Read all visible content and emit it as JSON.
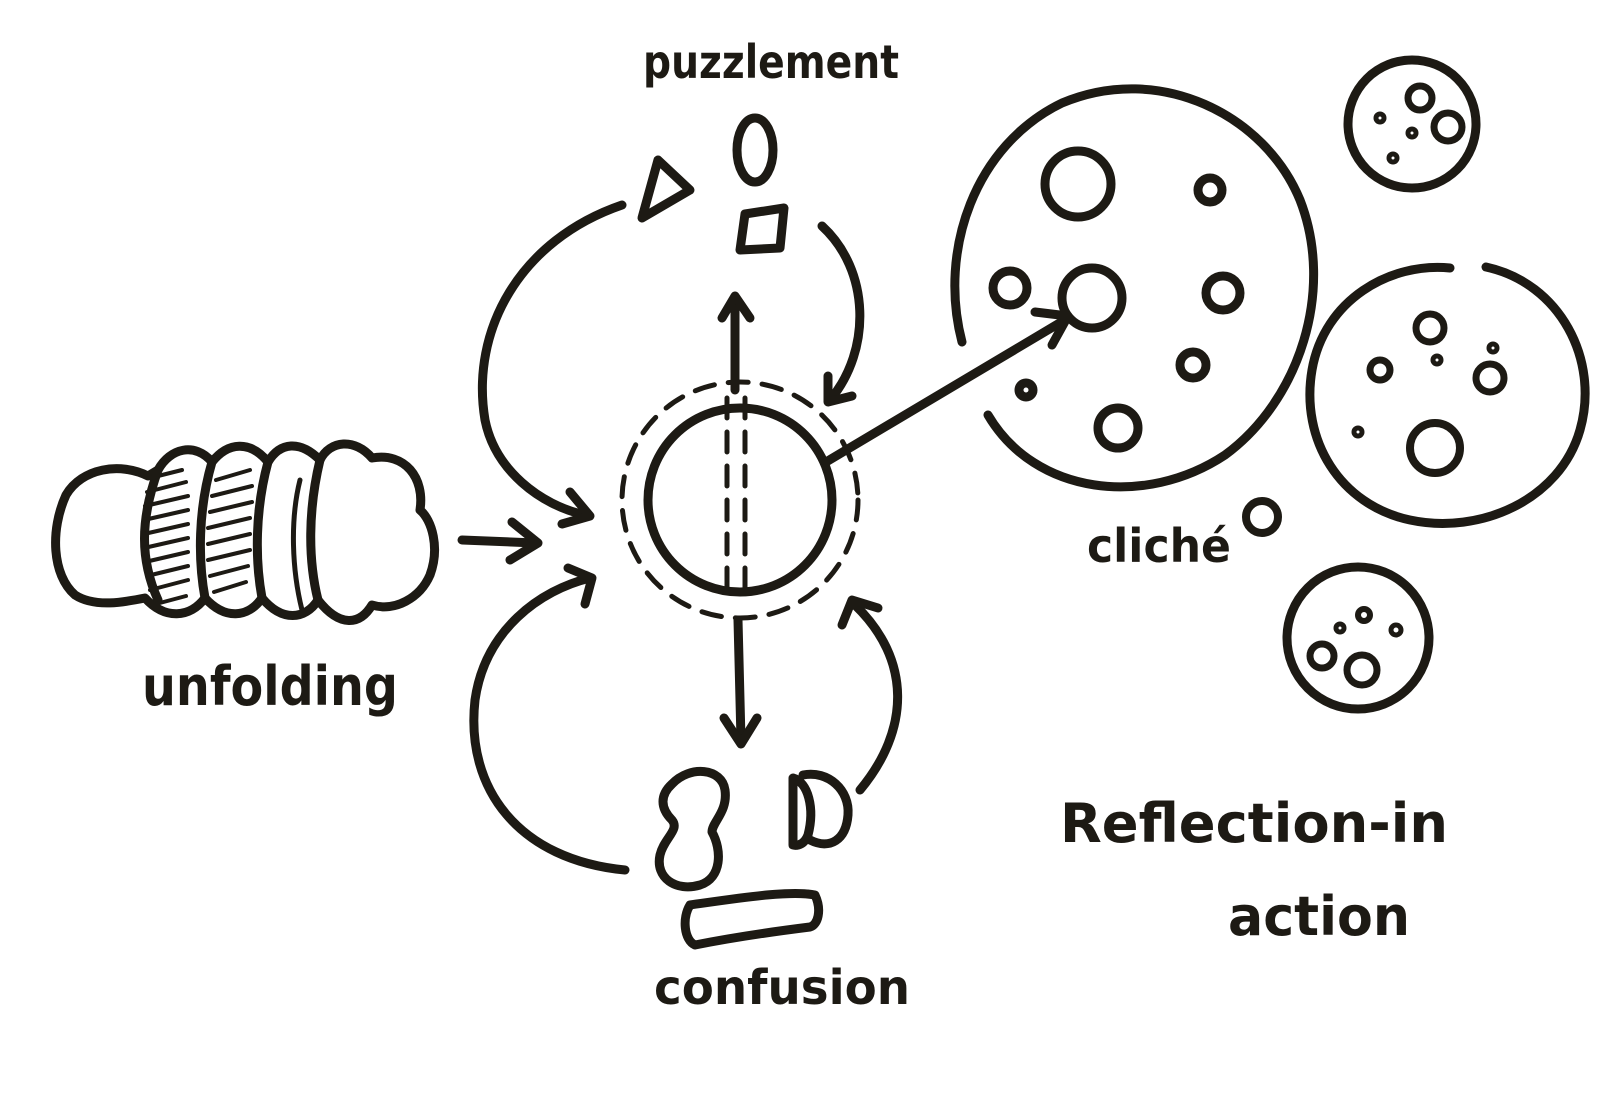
{
  "colors": {
    "background": "#ffffff",
    "ink": "#1d1a14"
  },
  "labels": {
    "puzzlement": "puzzlement",
    "unfolding": "unfolding",
    "confusion": "confusion",
    "cliche": "cliché",
    "reflection_line1": "Reflection-in",
    "reflection_line2": "action"
  }
}
